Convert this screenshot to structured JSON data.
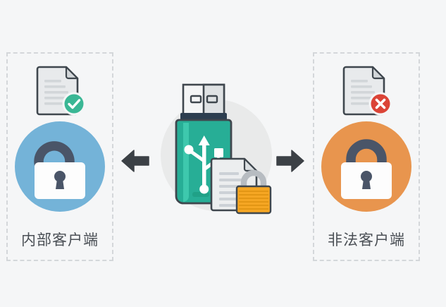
{
  "page": {
    "background_color": "#f5f6f7",
    "title": "USB Encryption Client Access Diagram"
  },
  "panels": [
    {
      "id": "internal-client",
      "side": "left",
      "label": "内部客户端",
      "label_color": "#4a4f55",
      "border_style": "dashed",
      "border_color": "#d4d7da",
      "document": {
        "icon": "document-icon",
        "badge": "check-badge-icon",
        "badge_color": "#3ab795",
        "paper_color": "#e8eaec",
        "outline_color": "#3f474e"
      },
      "lock": {
        "icon": "lock-open-icon",
        "state": "unlocked",
        "circle_color": "#74b3d8",
        "shackle_color": "#4a5568",
        "body_color": "#ffffff",
        "keyhole_color": "#4a5568"
      }
    },
    {
      "id": "illegal-client",
      "side": "right",
      "label": "非法客户端",
      "label_color": "#4a4f55",
      "border_style": "dashed",
      "border_color": "#d4d7da",
      "document": {
        "icon": "document-icon",
        "badge": "cross-badge-icon",
        "badge_color": "#db4437",
        "paper_color": "#e8eaec",
        "outline_color": "#3f474e"
      },
      "lock": {
        "icon": "lock-closed-icon",
        "state": "locked",
        "circle_color": "#e8954e",
        "shackle_color": "#4a5568",
        "body_color": "#ffffff",
        "keyhole_color": "#4a5568"
      }
    }
  ],
  "center": {
    "name": "usb-drive-graphic",
    "backdrop_circle_color": "#e9eaea",
    "usb": {
      "icon": "usb-flash-drive-icon",
      "body_color": "#27ae96",
      "body_highlight_color": "#3fc9ae",
      "connector_color": "#f4f5f6",
      "connector_shadow_color": "#d9dcde",
      "connector_collar_color": "#2d3e50",
      "outline_color": "#3f474e",
      "usb_symbol_color": "#ffffff"
    },
    "document": {
      "icon": "document-icon",
      "paper_color": "#eceeef",
      "line_color": "#ccd1d6",
      "outline_color": "#3f474e"
    },
    "padlock": {
      "icon": "padlock-icon",
      "body_color": "#f5a623",
      "body_top_color": "#ffc107",
      "shackle_color": "#b7bcc1",
      "outline_color": "#3f474e"
    }
  },
  "arrows": [
    {
      "id": "arrow-to-internal",
      "icon": "arrow-left-icon",
      "direction": "left",
      "color": "#3c4146"
    },
    {
      "id": "arrow-to-illegal",
      "icon": "arrow-right-icon",
      "direction": "right",
      "color": "#3c4146"
    }
  ]
}
